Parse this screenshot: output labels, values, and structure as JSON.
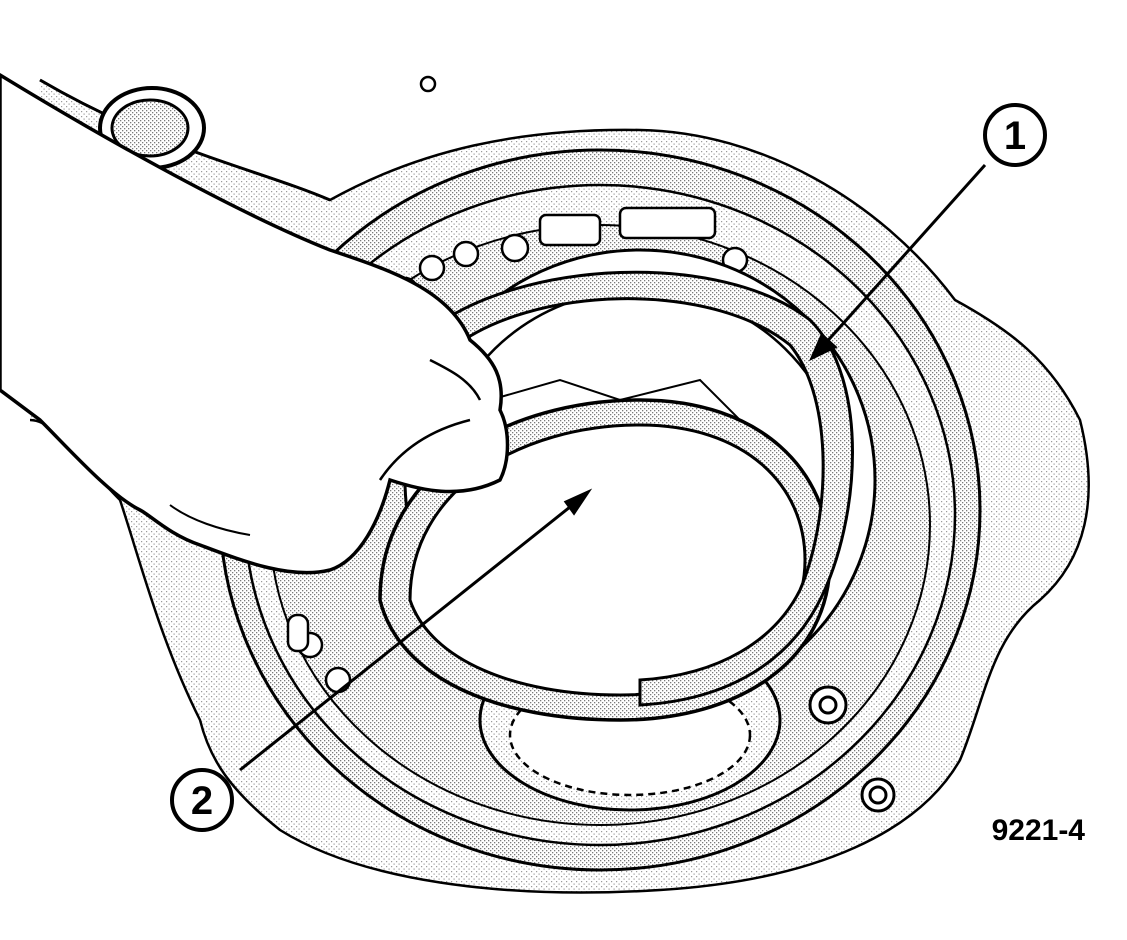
{
  "callouts": [
    {
      "label": "1"
    },
    {
      "label": "2"
    }
  ],
  "figure_number": "9221-4",
  "colors": {
    "line": "#000000",
    "paper": "#ffffff",
    "stipple": "#8a8a8a"
  }
}
